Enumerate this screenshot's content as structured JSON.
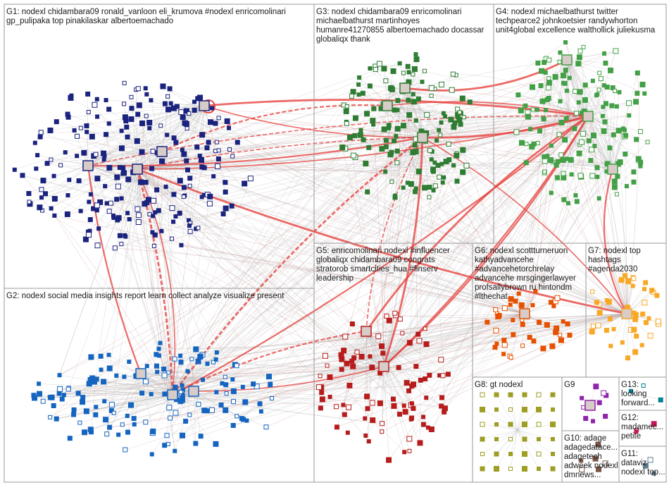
{
  "groups": [
    {
      "id": "G1",
      "lines": [
        "G1: nodexl chidambara09 ronald_vanloon eli_krumova #nodexl enricomolinari",
        "gp_pulipaka top pinakilaskar albertoemachado"
      ]
    },
    {
      "id": "G2",
      "lines": [
        "G2: nodexl social media insights report learn collect analyze visualize present"
      ]
    },
    {
      "id": "G3",
      "lines": [
        "G3: nodexl chidambara09 enricomolinari",
        "michaelbathurst martinhoyes",
        "humanre41270855 albertoemachado docassar",
        "globaliqx thank"
      ]
    },
    {
      "id": "G4",
      "lines": [
        "G4: nodexl michaelbathurst twitter",
        "techpearce2 johnkoetsier randywhorton",
        "unit4global excellence walthollick juliekusma"
      ]
    },
    {
      "id": "G5",
      "lines": [
        "G5: enricomolinari nodexl #influencer",
        "globaliqx chidambara09 congrats",
        "stratorob smartcities_hua #finserv",
        "leadership"
      ]
    },
    {
      "id": "G6",
      "lines": [
        "G6: nodexl scottturneruon",
        "kathyadvancehe",
        "#advancehetorchrelay",
        "advancehe mrsgingerlawyer",
        "profsallybrown ru hintondm",
        "#lthechat"
      ]
    },
    {
      "id": "G7",
      "lines": [
        "G7: nodexl top",
        "hashtags",
        "#agenda2030"
      ]
    },
    {
      "id": "G8",
      "lines": [
        "G8: gt nodexl"
      ]
    },
    {
      "id": "G9",
      "lines": [
        "G9"
      ]
    },
    {
      "id": "G10",
      "lines": [
        "G10: adage",
        "adagedatace...",
        "adagetech",
        "adweek nodexl",
        "dmnews..."
      ]
    },
    {
      "id": "G11",
      "lines": [
        "G11:",
        "dataviz",
        "nodexl top..."
      ]
    },
    {
      "id": "G12",
      "lines": [
        "G12:",
        "madamec...",
        "petite"
      ]
    },
    {
      "id": "G13",
      "lines": [
        "G13:",
        "looking",
        "forward..."
      ]
    }
  ],
  "colors": {
    "G1": "#1a237e",
    "G2": "#1565c0",
    "G3": "#2e7d32",
    "G4": "#43a047",
    "G5": "#b71c1c",
    "G6": "#e65100",
    "G7": "#f9a825",
    "G8": "#9e9d24",
    "G9": "#8e24aa",
    "G10": "#795548",
    "G11": "#607d8b",
    "G12": "#c2185b",
    "G13": "#00838f",
    "edge_gray": "#b8b8b8",
    "edge_red": "#e53935",
    "box": "#9a9a9a"
  }
}
